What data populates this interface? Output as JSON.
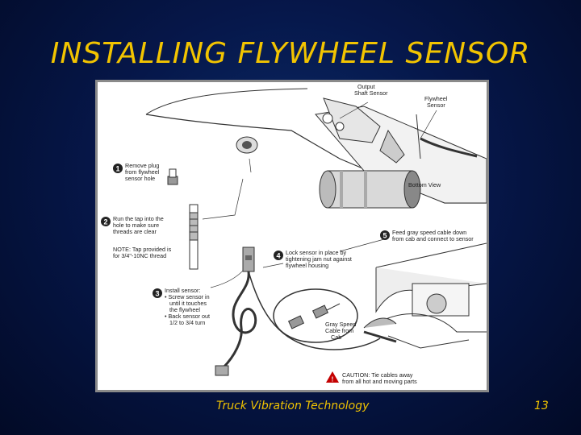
{
  "slide": {
    "title": "INSTALLING FLYWHEEL SENSOR",
    "footer_text": "Truck Vibration Technology",
    "page_number": "13"
  },
  "figure": {
    "labels": {
      "output_shaft_sensor": [
        "Output",
        "Shaft Sensor"
      ],
      "flywheel_sensor": [
        "Flywheel",
        "Sensor"
      ],
      "bottom_view": "Bottom View",
      "step1": [
        "Remove plug",
        "from flywheel",
        "sensor hole"
      ],
      "step2": [
        "Run the tap into the",
        "hole to make sure",
        "threads are clear"
      ],
      "note": [
        "NOTE: Tap provided is",
        "for 3/4\"-10NC thread"
      ],
      "step3": [
        "Install sensor:",
        "• Screw sensor in",
        "until it touches",
        "the flywheel",
        "• Back sensor out",
        "1/2 to 3/4 turn"
      ],
      "step4": [
        "Lock sensor in place by",
        "tightening jam nut against",
        "flywheel housing"
      ],
      "step5": [
        "Feed gray speed cable down",
        "from cab and connect to sensor"
      ],
      "gray_speed_cable": [
        "Gray Speed",
        "Cable from",
        "Cab"
      ],
      "caution": [
        "CAUTION: Tie cables away",
        "from all hot and moving parts"
      ]
    },
    "step_numbers": [
      "1",
      "2",
      "3",
      "4",
      "5"
    ]
  }
}
